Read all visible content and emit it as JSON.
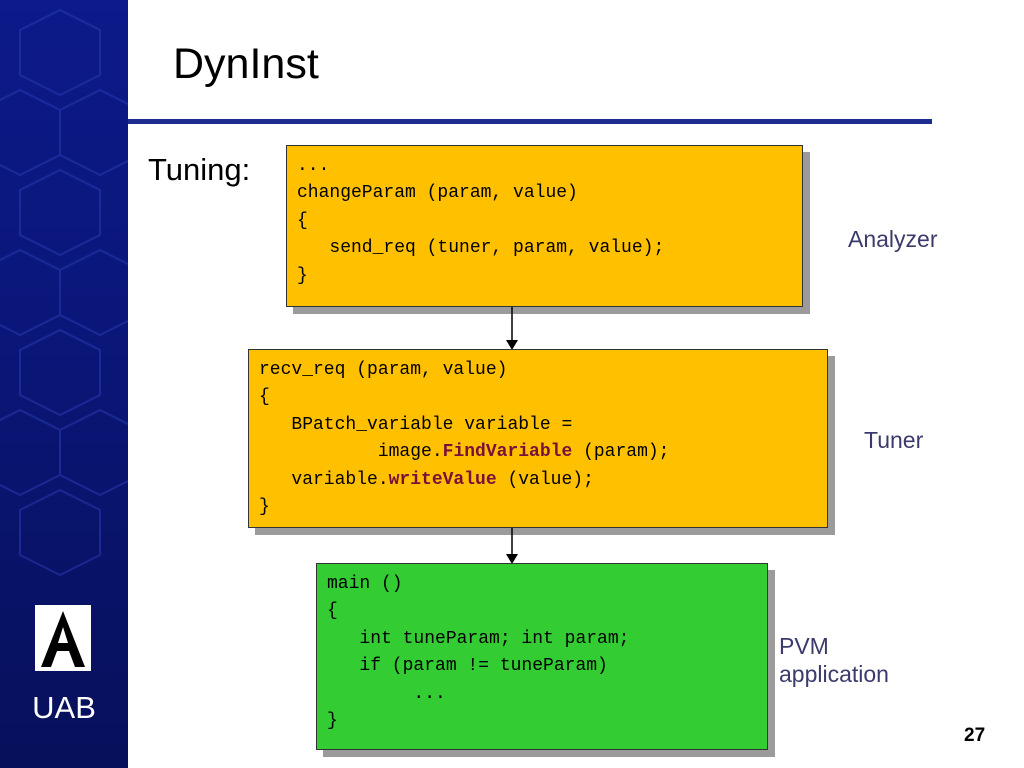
{
  "slide": {
    "title": "DynInst",
    "tuning_label": "Tuning:",
    "page_number": "27"
  },
  "sidebar": {
    "logo_text": "UAB",
    "logo_icon": "uab-logo-icon"
  },
  "boxes": {
    "analyzer": {
      "label": "Analyzer",
      "line1": "...",
      "line2": "changeParam (param, value)",
      "line3": "{",
      "line4": "   send_req (tuner, param, value);",
      "line5": "}"
    },
    "tuner": {
      "label": "Tuner",
      "line1": "recv_req (param, value)",
      "line2": "{",
      "line3": "   BPatch_variable variable =",
      "line4_pre": "           image.",
      "line4_kw": "FindVariable",
      "line4_post": " (param);",
      "line5_pre": "   variable.",
      "line5_kw": "writeValue",
      "line5_post": " (value);",
      "line6": "}"
    },
    "pvm": {
      "label_line1": "PVM",
      "label_line2": "application",
      "line1": "main ()",
      "line2": "{",
      "line3": "   int tuneParam; int param;",
      "line4": "   if (param != tuneParam)",
      "line5": "        ...",
      "line6": "}"
    }
  },
  "colors": {
    "sidebar": "#0c1a8a",
    "title_rule": "#1d2d8f",
    "analyzer_box": "#ffc000",
    "tuner_box": "#ffc000",
    "pvm_box": "#33cc33",
    "keyword": "#7a0f3a"
  }
}
